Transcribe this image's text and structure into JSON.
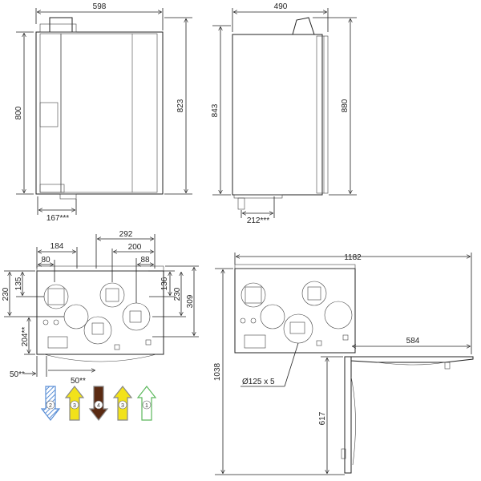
{
  "dimensions": {
    "front_width": "598",
    "front_height_outer": "823",
    "front_height_inner": "800",
    "front_bottom_offset": "167***",
    "side_width": "490",
    "side_height_843": "843",
    "side_height_880": "880",
    "side_bottom_offset": "212***",
    "bottom_184": "184",
    "bottom_80": "80",
    "bottom_292": "292",
    "bottom_200": "200",
    "bottom_88": "88",
    "bottom_230_left": "230",
    "bottom_135": "135",
    "bottom_204": "204**",
    "bottom_50_left": "50**",
    "bottom_50_bottom": "50**",
    "bottom_136": "136",
    "bottom_230_right": "230",
    "bottom_309": "309",
    "plan_1182": "1182",
    "plan_584": "584",
    "plan_1038": "1038",
    "plan_617": "617",
    "plan_diameter": "Ø125 x 5"
  },
  "arrows": [
    {
      "number": "2",
      "color": "#5b8fd6",
      "direction": "down",
      "hatched": true
    },
    {
      "number": "3",
      "color": "#f2e21a",
      "direction": "up",
      "hatched": false
    },
    {
      "number": "4",
      "color": "#5a2a12",
      "direction": "down",
      "hatched": false
    },
    {
      "number": "3",
      "color": "#f2e21a",
      "direction": "up",
      "hatched": false
    },
    {
      "number": "1",
      "color": "#5cb85c",
      "direction": "up",
      "hatched": false
    }
  ]
}
